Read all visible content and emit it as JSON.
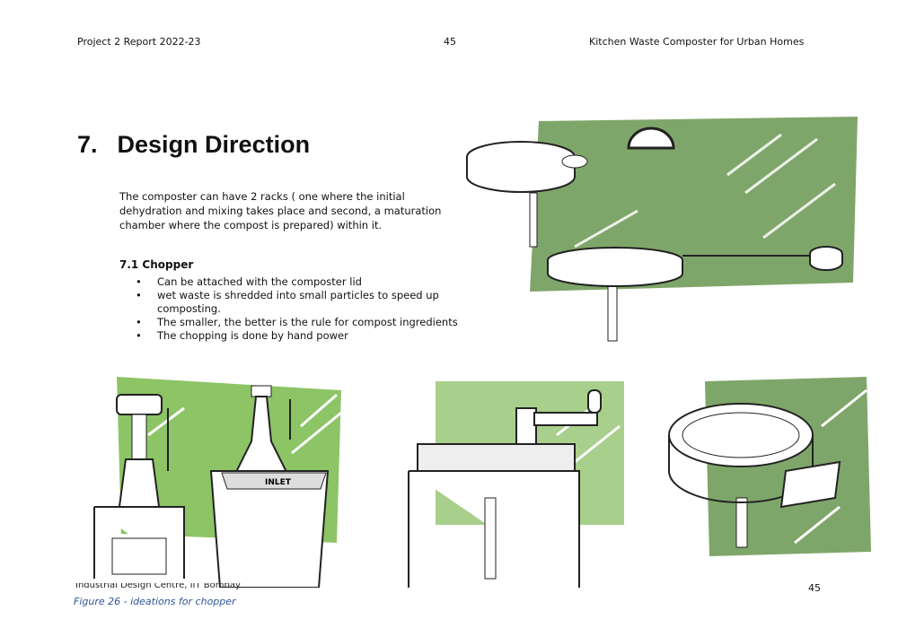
{
  "header": {
    "left": "Project 2 Report  2022-23",
    "center": "45",
    "right": "Kitchen Waste Composter for Urban Homes"
  },
  "section": {
    "number": "7.",
    "title": "Design Direction"
  },
  "intro": "The composter can have 2 racks ( one where the initial dehydration and mixing takes place and second, a maturation chamber where the compost is prepared) within it.",
  "subsection": {
    "title": "7.1 Chopper",
    "bullets": [
      "Can be attached with the composter lid",
      "wet waste is shredded into small particles to speed up composting.",
      "The smaller, the better is the rule for compost ingredients",
      "The chopping is done by hand power"
    ]
  },
  "sketch_label": "INLET",
  "footer": {
    "source": "Industrial Design Centre, IIT Bombay",
    "page_number": "45",
    "caption": "Figure 26 - ideations for chopper"
  },
  "colors": {
    "green_dark": "#7fa66a",
    "green_bright": "#8cc466",
    "green_light": "#a8cf8c"
  }
}
